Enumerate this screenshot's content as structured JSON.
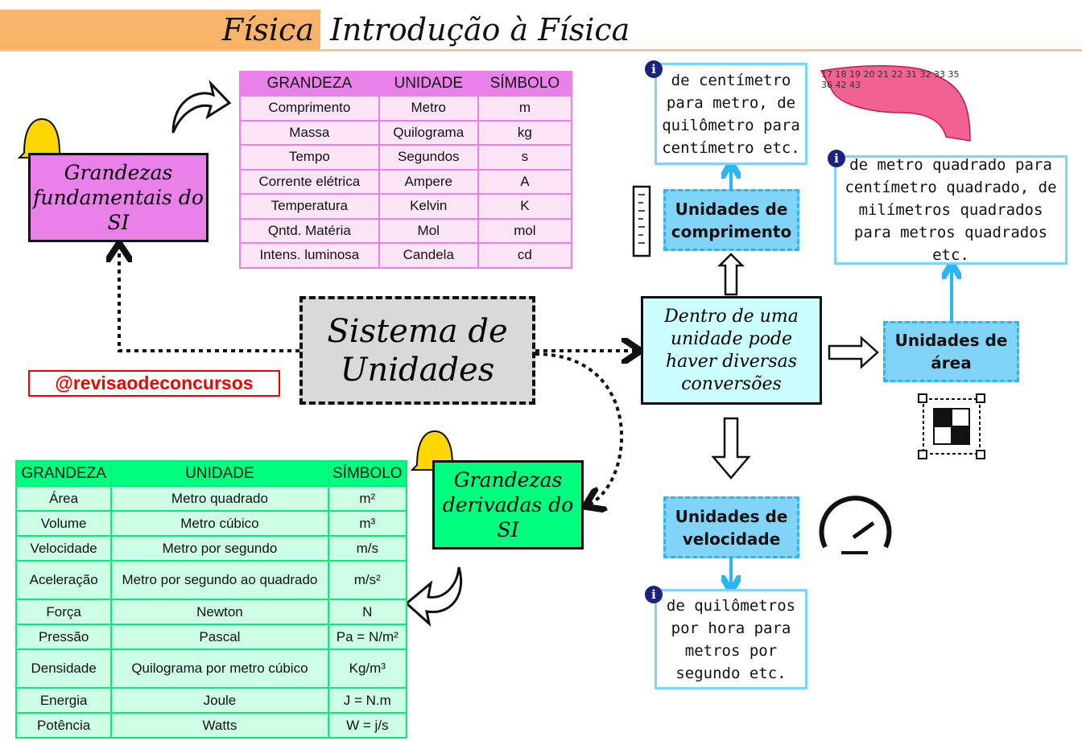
{
  "header": {
    "subject": "Física",
    "title": "Introdução à Física"
  },
  "central": {
    "label": "Sistema de Unidades"
  },
  "handle": "@revisaodeconcursos",
  "fundamental": {
    "label": "Grandezas fundamentais do SI",
    "headers": [
      "GRANDEZA",
      "UNIDADE",
      "SÍMBOLO"
    ],
    "rows": [
      [
        "Comprimento",
        "Metro",
        "m"
      ],
      [
        "Massa",
        "Quilograma",
        "kg"
      ],
      [
        "Tempo",
        "Segundos",
        "s"
      ],
      [
        "Corrente elétrica",
        "Ampere",
        "A"
      ],
      [
        "Temperatura",
        "Kelvin",
        "K"
      ],
      [
        "Qntd. Matéria",
        "Mol",
        "mol"
      ],
      [
        "Intens. luminosa",
        "Candela",
        "cd"
      ]
    ]
  },
  "derived": {
    "label": "Grandezas derivadas do SI",
    "headers": [
      "GRANDEZA",
      "UNIDADE",
      "SÍMBOLO"
    ],
    "rows": [
      [
        "Área",
        "Metro quadrado",
        "m²"
      ],
      [
        "Volume",
        "Metro cúbico",
        "m³"
      ],
      [
        "Velocidade",
        "Metro por segundo",
        "m/s"
      ],
      [
        "Aceleração",
        "Metro por segundo ao quadrado",
        "m/s²"
      ],
      [
        "Força",
        "Newton",
        "N"
      ],
      [
        "Pressão",
        "Pascal",
        "Pa = N/m²"
      ],
      [
        "Densidade",
        "Quilograma por metro cúbico",
        "Kg/m³"
      ],
      [
        "Energia",
        "Joule",
        "J = N.m"
      ],
      [
        "Potência",
        "Watts",
        "W = j/s"
      ]
    ]
  },
  "conversions": {
    "label": "Dentro de uma unidade pode haver diversas conversões",
    "length": {
      "label": "Unidades de comprimento",
      "info": "de centímetro para metro, de quilômetro para centímetro etc."
    },
    "area": {
      "label": "Unidades de área",
      "info": "de metro quadrado para centímetro quadrado, de milímetros quadrados para metros quadrados etc."
    },
    "speed": {
      "label": "Unidades de velocidade",
      "info": "de quilômetros por hora para metros por segundo etc."
    }
  },
  "tape_numbers": [
    "17",
    "18",
    "19",
    "20",
    "21",
    "22",
    "31",
    "32",
    "33",
    "35",
    "36",
    "42",
    "43"
  ],
  "icons": [
    "bell-icon",
    "curved-arrow-icon",
    "ruler-icon",
    "tape-measure-icon",
    "info-icon",
    "area-icon",
    "speedometer-icon",
    "hollow-arrow-icon"
  ],
  "colors": {
    "header": "#f9b46b",
    "fundamental": "#ea80ea",
    "derived": "#00ff7f",
    "unit": "#7fd4f7",
    "central": "#d9d9d9",
    "handle": "#e00000"
  }
}
